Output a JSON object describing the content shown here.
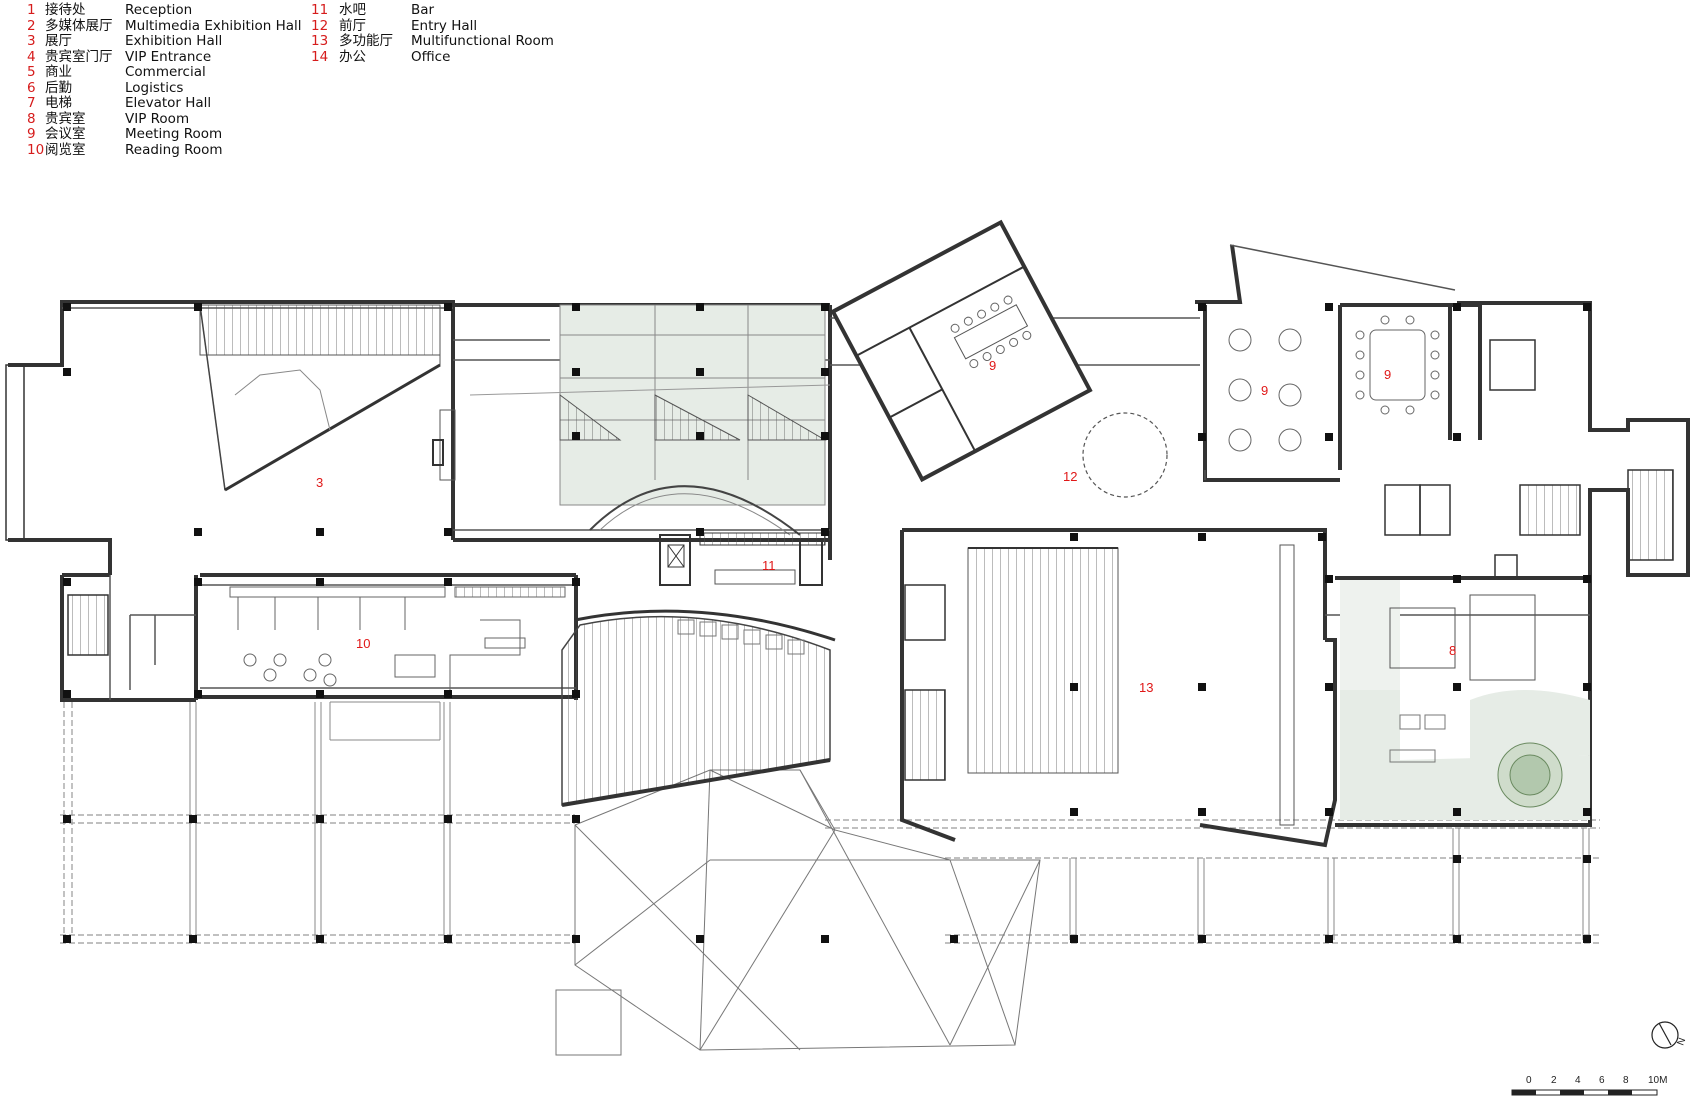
{
  "legend": {
    "col1": [
      {
        "num": "1",
        "zh": "接待处",
        "en": "Reception"
      },
      {
        "num": "2",
        "zh": "多媒体展厅",
        "en": "Multimedia Exhibition Hall"
      },
      {
        "num": "3",
        "zh": "展厅",
        "en": "Exhibition Hall"
      },
      {
        "num": "4",
        "zh": "贵宾室门厅",
        "en": "VIP Entrance"
      },
      {
        "num": "5",
        "zh": "商业",
        "en": "Commercial"
      },
      {
        "num": "6",
        "zh": "后勤",
        "en": "Logistics"
      },
      {
        "num": "7",
        "zh": "电梯",
        "en": "Elevator Hall"
      },
      {
        "num": "8",
        "zh": "贵宾室",
        "en": "VIP Room"
      },
      {
        "num": "9",
        "zh": "会议室",
        "en": "Meeting Room"
      },
      {
        "num": "10",
        "zh": "阅览室",
        "en": "Reading Room"
      }
    ],
    "col2": [
      {
        "num": "11",
        "zh": "水吧",
        "en": "Bar"
      },
      {
        "num": "12",
        "zh": "前厅",
        "en": "Entry Hall"
      },
      {
        "num": "13",
        "zh": "多功能厅",
        "en": "Multifunctional Room"
      },
      {
        "num": "14",
        "zh": "办公",
        "en": "Office"
      }
    ]
  },
  "plan_labels": {
    "exhibition": "3",
    "reading": "10",
    "bar": "11",
    "meeting_rotated": "9",
    "meeting_a": "9",
    "meeting_b": "9",
    "entry": "12",
    "multi": "13",
    "vip": "8"
  },
  "north": "N",
  "scale": {
    "ticks": [
      "0",
      "2",
      "4",
      "6",
      "8",
      "10M"
    ]
  },
  "colors": {
    "label": "#e01818",
    "wall": "#333333",
    "green": "#e6ece6"
  }
}
